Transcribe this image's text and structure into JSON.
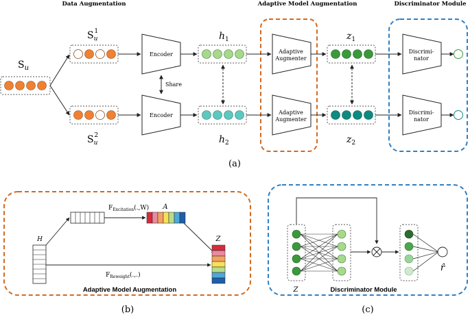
{
  "panel_a": {
    "sections": {
      "data_aug": "Data Augmentation",
      "model_aug": "Adaptive Model Augmentation",
      "discriminator": "Discriminator Module"
    },
    "su": "S",
    "su_sub": "u",
    "su1": "S",
    "su1_sub": "u",
    "su1_sup": "1",
    "su2": "S",
    "su2_sub": "u",
    "su2_sup": "2",
    "encoder_label": "Encoder",
    "share_label": "Share",
    "h1": "h",
    "h1_sub": "1",
    "h2": "h",
    "h2_sub": "2",
    "augmenter_line1": "Adaptive",
    "augmenter_line2": "Augmenter",
    "z1": "z",
    "z1_sub": "1",
    "z2": "z",
    "z2_sub": "2",
    "disc_line1": "Discrimi-",
    "disc_line2": "nator",
    "caption": "(a)"
  },
  "panel_b": {
    "H": "H",
    "A": "A",
    "Z": "Z",
    "f_excitation": "F",
    "f_excitation_sub": "Excitation",
    "f_excitation_args": "(.,W)",
    "f_reweight": "F",
    "f_reweight_sub": "Reweight",
    "f_reweight_args": "(.,.)",
    "title": "Adaptive Model Augmentation",
    "caption": "(b)"
  },
  "panel_c": {
    "Z": "Z",
    "r_hat": "r̂",
    "title": "Discriminator Module",
    "caption": "(c)"
  },
  "colors": {
    "orange": "#f08132",
    "orange_dashed": "#d2691e",
    "blue_dashed": "#2f7fc1",
    "green": "#3a9a3a",
    "light_green": "#a8d98a",
    "teal": "#5cc8c0",
    "dark_teal": "#0f8a80",
    "attention_colors": [
      "#d62c3a",
      "#e98aa0",
      "#f4a261",
      "#f7e05a",
      "#b7dd8a",
      "#4fa8d8",
      "#1f5fa8"
    ],
    "z_colors": [
      "#d62c3a",
      "#e98aa0",
      "#f4a261",
      "#f7e05a",
      "#b7dd8a",
      "#4fa8d8",
      "#1f5fa8"
    ],
    "output_greens": [
      "#2e6b2e",
      "#4aa84a",
      "#9bd49b",
      "#cfead0"
    ]
  }
}
